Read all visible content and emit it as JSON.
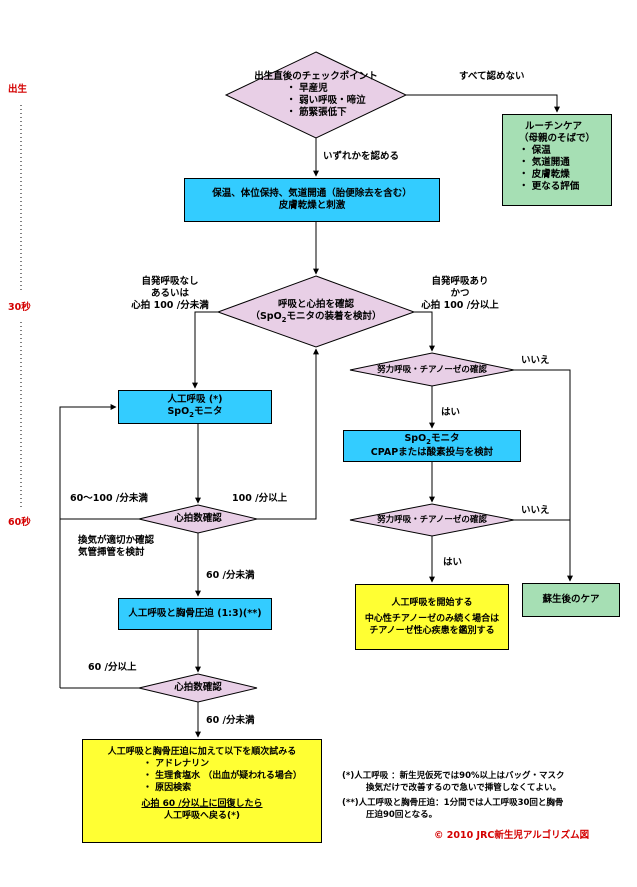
{
  "timeline": {
    "birth": "出生",
    "sec30": "30秒",
    "sec60": "60秒"
  },
  "checkpoint": {
    "title": "出生直後のチェックポイント",
    "items": [
      "・ 早産児",
      "・ 弱い呼吸・啼泣",
      "・ 筋緊張低下"
    ]
  },
  "labels": {
    "none_recognized": "すべて認めない",
    "any_recognized": "いずれかを認める",
    "no_breath_1": "自発呼吸なし",
    "no_breath_2": "あるいは",
    "no_breath_3": "心拍 100 /分未満",
    "breath_1": "自発呼吸あり",
    "breath_2": "かつ",
    "breath_3": "心拍 100 /分以上",
    "no_1": "いいえ",
    "no_2": "いいえ",
    "yes_1": "はい",
    "yes_2": "はい",
    "hr_60_100": "60～100 /分未満",
    "hr_100_over": "100 /分以上",
    "vent_check_1": "換気が適切か確認",
    "vent_check_2": "気管挿管を検討",
    "hr_60_under_1": "60 /分未満",
    "hr_60_over": "60 /分以上",
    "hr_60_under_2": "60 /分未満"
  },
  "routine": {
    "title_1": "ルーチンケア",
    "title_2": "（母親のそばで）",
    "items": [
      "・ 保温",
      "・ 気道開通",
      "・ 皮膚乾燥",
      "・ 更なる評価"
    ]
  },
  "warm": {
    "line1": "保温、体位保持、気道開通（胎便除去を含む）",
    "line2": "皮膚乾燥と刺激"
  },
  "assess": {
    "line1": "呼吸と心拍を確認",
    "line2_pre": "（SpO",
    "line2_sub": "2",
    "line2_post": "モニタの装着を検討）"
  },
  "ppv": {
    "line1": "人工呼吸 (*)",
    "line2_pre": "SpO",
    "line2_sub": "2",
    "line2_post": "モニタ"
  },
  "hr_check_1": "心拍数確認",
  "hr_check_2": "心拍数確認",
  "labor_1": "努力呼吸・チアノーゼの確認",
  "labor_2": "努力呼吸・チアノーゼの確認",
  "cpap": {
    "line1_pre": "SpO",
    "line1_sub": "2",
    "line1_post": "モニタ",
    "line2": "CPAPまたは酸素投与を検討"
  },
  "cpr": {
    "text": "人工呼吸と胸骨圧迫 (1:3)(**)"
  },
  "start_ppv": {
    "line1": "人工呼吸を開始する",
    "line2": "中心性チアノーゼのみ続く場合は",
    "line3": "チアノーゼ性心疾患を鑑別する"
  },
  "post_care": "蘇生後のケア",
  "final": {
    "line1": "人工呼吸と胸骨圧迫に加えて以下を順次試みる",
    "items": [
      "・ アドレナリン",
      "・ 生理食塩水 （出血が疑われる場合）",
      "・ 原因検索"
    ],
    "line_u": "心拍 60 /分以上に回復したら",
    "line_last": "人工呼吸へ戻る(*)"
  },
  "notes": {
    "n1a": "(*)人工呼吸 ：新生児仮死では90%以上はバッグ・マスク",
    "n1b": "換気だけで改善するので急いで挿管しなくてよい。",
    "n2a": "(**)人工呼吸と胸骨圧迫：1分間では人工呼吸30回と胸骨",
    "n2b": "圧迫90回となる。"
  },
  "copyright": "© 2010 JRC新生児アルゴリズム図",
  "colors": {
    "diamond": "#e8cfe6",
    "cyan": "#33ccff",
    "green": "#a6dfb4",
    "yellow": "#ffff33",
    "red": "#d40000"
  }
}
